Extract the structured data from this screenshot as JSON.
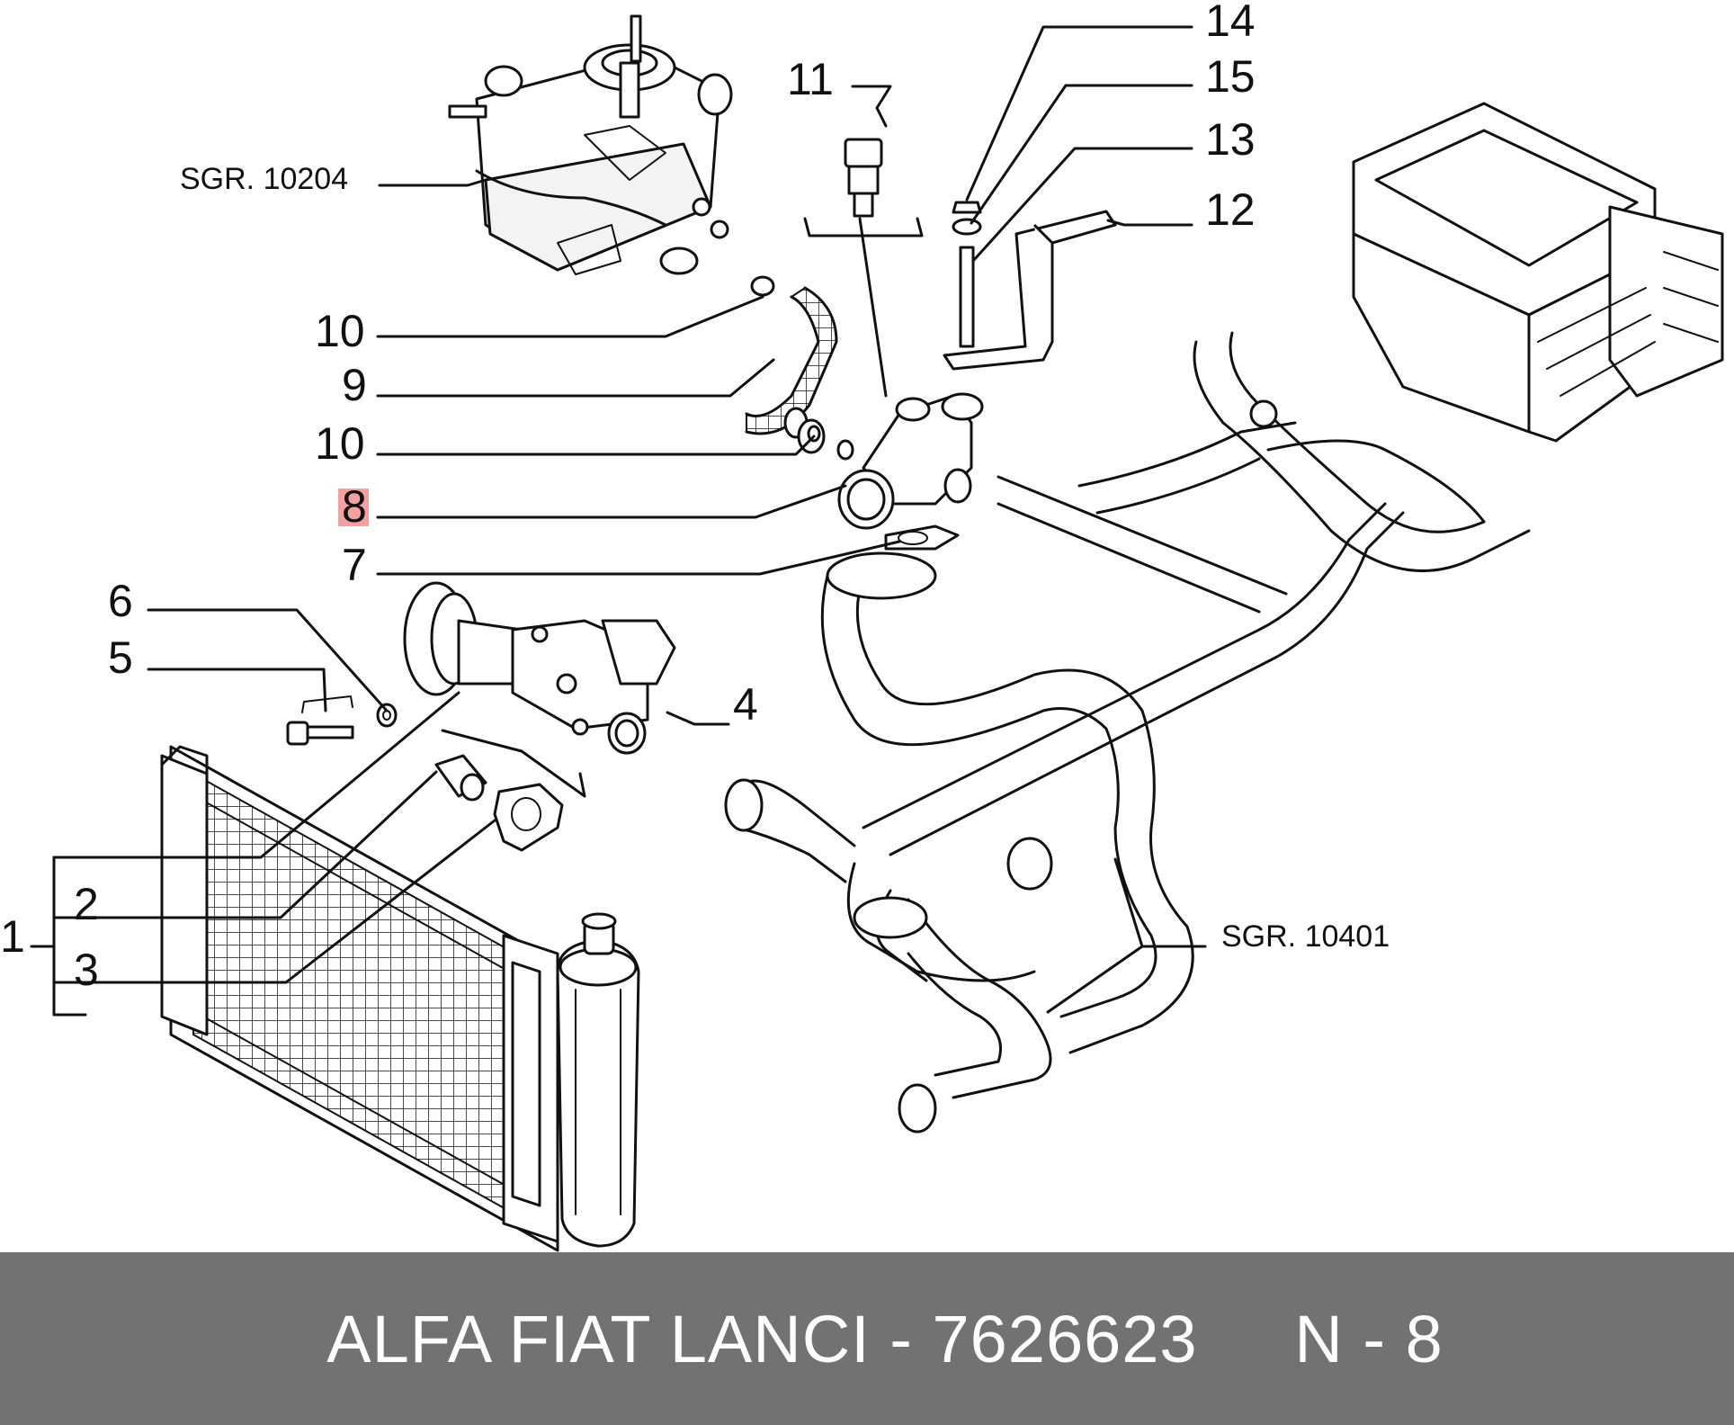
{
  "diagram": {
    "callouts": [
      {
        "id": "1",
        "label": "1"
      },
      {
        "id": "2",
        "label": "2"
      },
      {
        "id": "3",
        "label": "3"
      },
      {
        "id": "4",
        "label": "4"
      },
      {
        "id": "5",
        "label": "5"
      },
      {
        "id": "6",
        "label": "6"
      },
      {
        "id": "7",
        "label": "7"
      },
      {
        "id": "8",
        "label": "8",
        "highlighted": true
      },
      {
        "id": "9",
        "label": "9"
      },
      {
        "id": "10a",
        "label": "10"
      },
      {
        "id": "10b",
        "label": "10"
      },
      {
        "id": "11",
        "label": "11"
      },
      {
        "id": "12",
        "label": "12"
      },
      {
        "id": "13",
        "label": "13"
      },
      {
        "id": "14",
        "label": "14"
      },
      {
        "id": "15",
        "label": "15"
      }
    ],
    "references": {
      "carburetor": "SGR. 10204",
      "hoses": "SGR. 10401"
    },
    "highlight_color": "#f2a0a0",
    "line_color": "#111111"
  },
  "footer": {
    "text": "ALFA FIAT LANCI - 7626623     N - 8",
    "background": "#727272",
    "text_color": "#ffffff"
  }
}
